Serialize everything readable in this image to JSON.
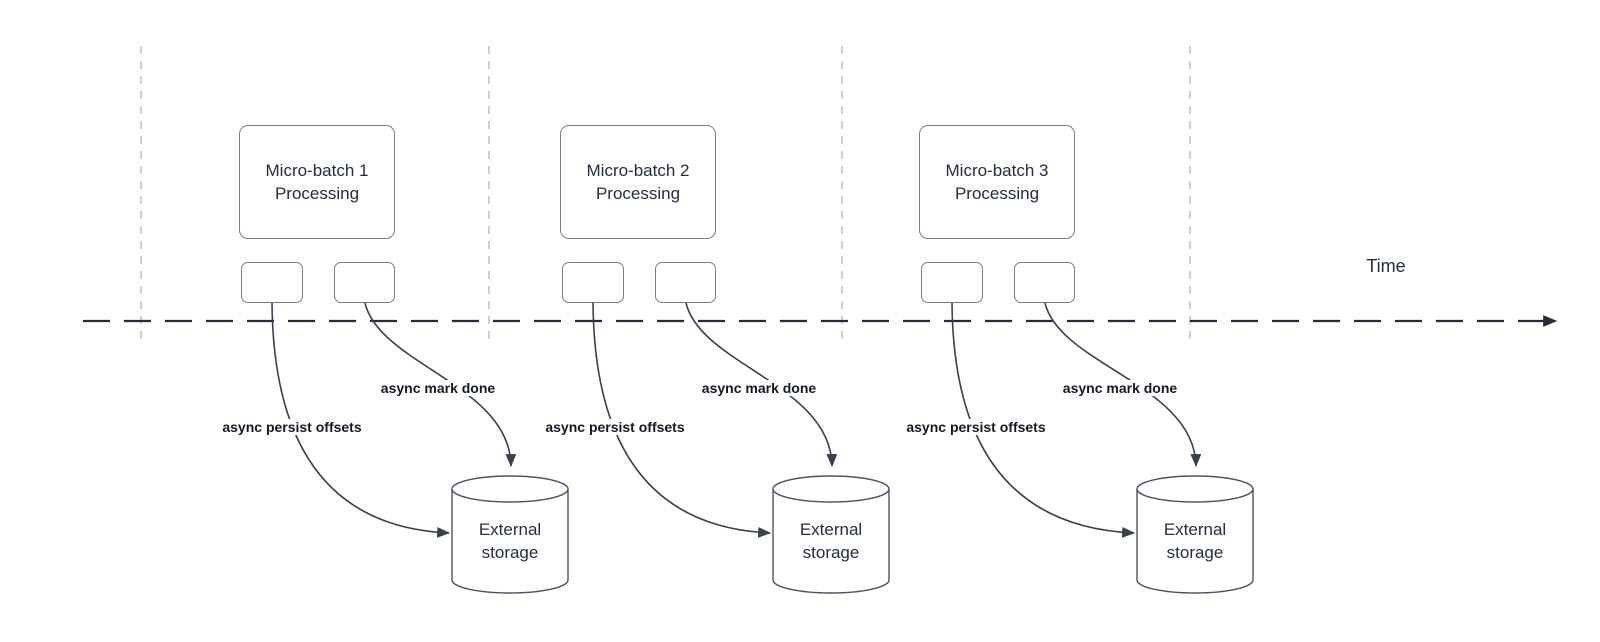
{
  "axis": {
    "time_label": "Time"
  },
  "batches": [
    {
      "title": "Micro-batch 1\nProcessing",
      "persist_label": "async persist offsets",
      "done_label": "async mark done",
      "storage_label": "External\nstorage"
    },
    {
      "title": "Micro-batch 2\nProcessing",
      "persist_label": "async persist offsets",
      "done_label": "async mark done",
      "storage_label": "External\nstorage"
    },
    {
      "title": "Micro-batch 3\nProcessing",
      "persist_label": "async persist offsets",
      "done_label": "async mark done",
      "storage_label": "External\nstorage"
    }
  ],
  "colors": {
    "background": "#ffffff",
    "stroke_dark": "#262d38",
    "stroke_curve": "#39414e",
    "box_border": "#777e88",
    "cyl_border": "#4c5462",
    "guide": "#b8bcc0",
    "text": "#242e3d",
    "label_text": "#131922"
  }
}
